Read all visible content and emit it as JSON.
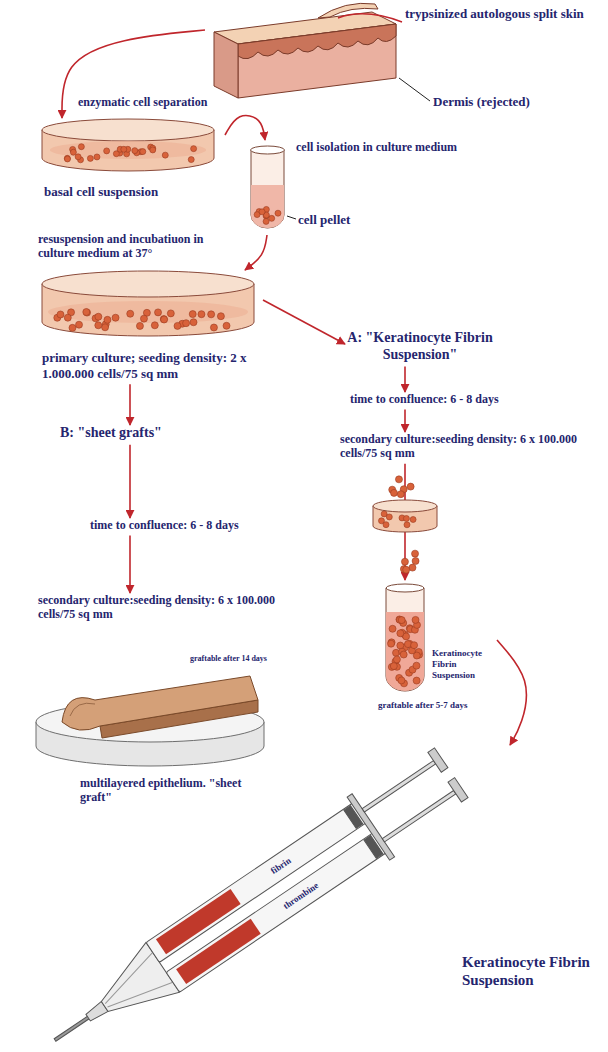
{
  "diagram": {
    "nodes": [
      {
        "text": [
          "trypsinized autologous split skin",
          "Dermis (rejected)"
        ]
      },
      {
        "text": [
          "basal cell suspension"
        ]
      },
      {
        "text": [
          "cell pellet"
        ]
      },
      {
        "text": [
          "primary culture; seeding density: 2 x 1.000.000 cells/75 sq mm"
        ]
      },
      {
        "text": [
          "A: \"Keratinocyte Fibrin Suspension\""
        ]
      },
      {
        "text": [
          "time to confluence: 6 - 8 days"
        ]
      },
      {
        "text": [
          "secondary culture:seeding density: 6 x 100.000 cells/75 sq mm"
        ]
      },
      {
        "text": [
          "Keratinocyte Fibrin Suspension"
        ]
      },
      {
        "text": [
          "fibrin",
          "thrombine",
          "Keratinocyte Fibrin Suspension"
        ]
      },
      {
        "text": [
          "B: \"sheet grafts\""
        ]
      },
      {
        "text": [
          "time to confluence: 6 - 8 days"
        ]
      },
      {
        "text": [
          "secondary culture:seeding density: 6 x 100.000 cells/75 sq mm"
        ]
      },
      {
        "text": [
          "graftable after 14 days",
          "multilayered epithelium. \"sheet graft\""
        ]
      }
    ],
    "edges": [
      {
        "from": 0,
        "to": 1,
        "arrow": "to"
      },
      {
        "from": 1,
        "to": 2,
        "arrow": "to"
      },
      {
        "from": 2,
        "to": 3,
        "arrow": "to"
      },
      {
        "from": 3,
        "to": 4,
        "arrow": "to"
      },
      {
        "from": 4,
        "to": 5,
        "arrow": "to"
      },
      {
        "from": 5,
        "to": 6,
        "arrow": "to"
      },
      {
        "from": 6,
        "to": 7,
        "arrow": "to"
      },
      {
        "from": 7,
        "to": 8,
        "arrow": "to"
      },
      {
        "from": 3,
        "to": 9,
        "arrow": "to"
      },
      {
        "from": 9,
        "to": 10,
        "arrow": "to"
      },
      {
        "from": 10,
        "to": 11,
        "arrow": "to"
      }
    ],
    "labels": [
      "enzymatic cell separation",
      "cell isolation in culture medium",
      "resuspension and incubatiuon in culture medium at 37°",
      "graftable after 5-7 days"
    ]
  }
}
